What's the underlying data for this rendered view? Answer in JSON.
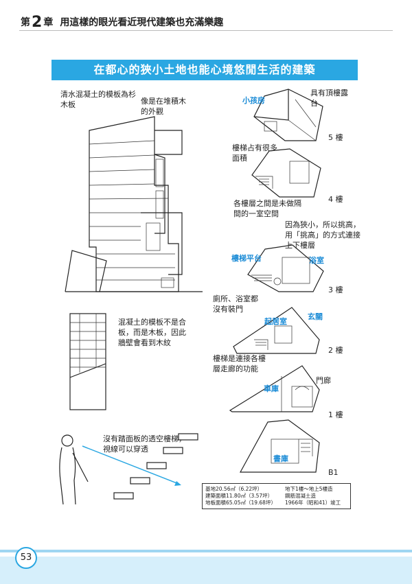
{
  "header": {
    "chapter_prefix": "第",
    "chapter_number": "2",
    "chapter_suffix": "章",
    "title": "用這樣的眼光看近現代建築也充滿樂趣"
  },
  "banner": {
    "title": "在都心的狹小土地也能心境悠閒生活的建築"
  },
  "left_notes": {
    "formwork": "清水混凝土的模板為杉木板",
    "stacked": "像是在堆積木的外觀",
    "wood_grain": "混凝土的模板不是合板，而是木板，因此牆壁會看到木紋",
    "stairs": "沒有踏面板的透空樓梯，視線可以穿透"
  },
  "right_notes": {
    "roof_terrace": "具有頂樓露台",
    "stair_area": "樓梯占有很多面積",
    "open_space": "各樓層之間是未做隔間的一室空間",
    "high_ceiling": "因為狹小，所以挑高，用「挑高」的方式連接上下樓層",
    "toilet": "廁所、浴室都沒有裝門",
    "corridor": "樓梯是連接各樓層走廊的功能"
  },
  "room_labels": {
    "kids_room": "小孩房",
    "stair_landing": "樓梯平台",
    "bathroom": "浴室",
    "living_room": "起居室",
    "entrance": "玄關",
    "garage": "車庫",
    "gate": "門廊",
    "study": "書庫"
  },
  "floors": {
    "f5": "5 樓",
    "f4": "4 樓",
    "f3": "3 樓",
    "f2": "2 樓",
    "f1": "1 樓",
    "b1": "B1"
  },
  "info_box": {
    "site_area": "基地20.56㎡（6.22坪）",
    "building_area": "建築面積11.80㎡（3.57坪）",
    "floor_area": "地板面積65.05㎡（19.68坪）",
    "floors": "地下1樓〜地上5樓造",
    "structure": "鋼筋混凝土造",
    "completed": "1966年（昭和41）竣工"
  },
  "footer": {
    "page_number": "53"
  },
  "colors": {
    "accent": "#2aa7e2",
    "label_blue": "#1a8bd6",
    "footer_band": "#d6effb"
  }
}
